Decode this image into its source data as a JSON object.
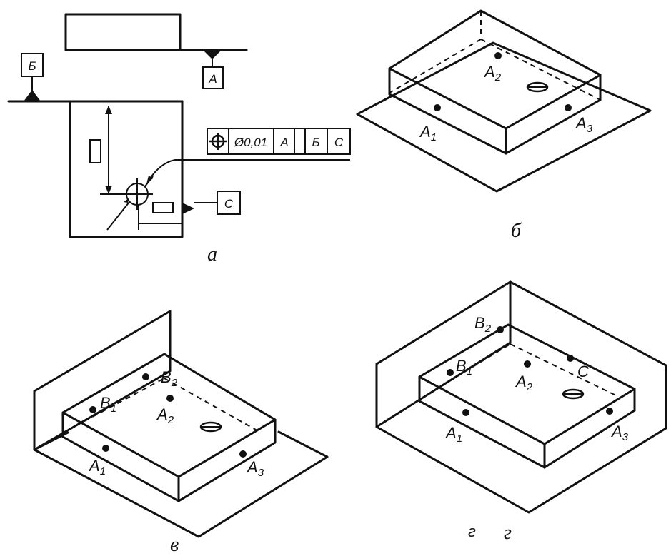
{
  "panels": {
    "a": {
      "caption": "а",
      "datum_a": "A",
      "datum_b": "Б",
      "datum_c": "C",
      "frame": {
        "symbol": "⌖",
        "tolerance": "Ø0,01",
        "ref1": "A",
        "ref2": "Б",
        "ref3": "C"
      }
    },
    "b": {
      "caption": "б",
      "points": [
        {
          "base": "A",
          "sub": "2"
        },
        {
          "base": "A",
          "sub": "1"
        },
        {
          "base": "A",
          "sub": "3"
        }
      ]
    },
    "v": {
      "caption": "в",
      "points": [
        {
          "base": "B",
          "sub": "1"
        },
        {
          "base": "B",
          "sub": "2"
        },
        {
          "base": "A",
          "sub": "2"
        },
        {
          "base": "A",
          "sub": "1"
        },
        {
          "base": "A",
          "sub": "3"
        }
      ]
    },
    "g": {
      "caption": "г",
      "stray": "г",
      "points": [
        {
          "base": "B",
          "sub": "2"
        },
        {
          "base": "B",
          "sub": "1"
        },
        {
          "base": "A",
          "sub": "2"
        },
        {
          "base": "C",
          "sub": ""
        },
        {
          "base": "A",
          "sub": "1"
        },
        {
          "base": "A",
          "sub": "3"
        }
      ]
    }
  }
}
